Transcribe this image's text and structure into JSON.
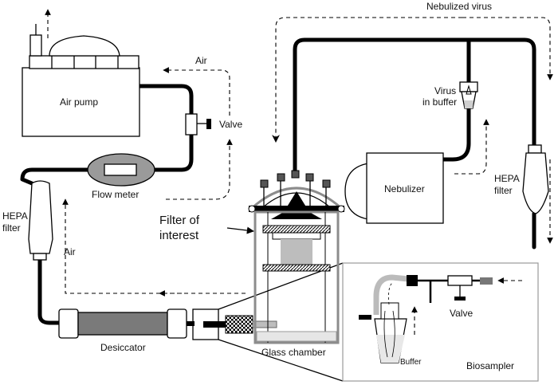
{
  "labels": {
    "nebulized_virus": "Nebulized virus",
    "air_top": "Air",
    "air_pump": "Air pump",
    "valve_left": "Valve",
    "virus_line1": "Virus",
    "virus_line2": "in buffer",
    "flow_meter": "Flow meter",
    "nebulizer": "Nebulizer",
    "hepa_left_1": "HEPA",
    "hepa_left_2": "filter",
    "hepa_right_1": "HEPA",
    "hepa_right_2": "filter",
    "filter_interest_1": "Filter of",
    "filter_interest_2": "interest",
    "air_left": "Air",
    "valve_right": "Valve",
    "desiccator": "Desiccator",
    "glass_chamber": "Glass chamber",
    "buffer": "Buffer",
    "biosampler": "Biosampler"
  },
  "colors": {
    "line": "#000000",
    "chamber_frame": "#8c8c8c",
    "filter_block": "#bdbdbd",
    "desiccator_fill": "#7a7a7a",
    "flow_meter_fill": "#9a9a9a",
    "background": "#ffffff"
  }
}
